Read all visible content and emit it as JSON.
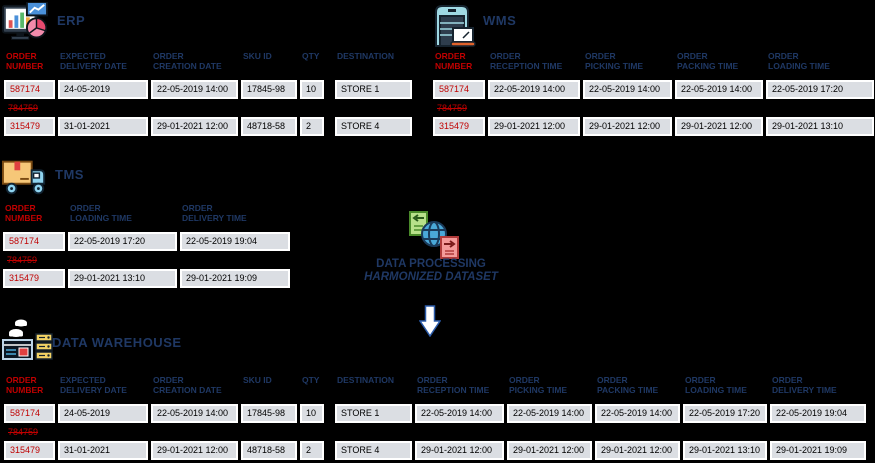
{
  "colors": {
    "background": "#000000",
    "header_blue": "#1F3864",
    "order_red": "#C00000",
    "cell_bg": "#DBDEE3",
    "cell_border": "#FFFFFF"
  },
  "sections": {
    "erp": {
      "label": "ERP",
      "icon": "erp-monitor-charts-icon"
    },
    "wms": {
      "label": "WMS",
      "icon": "warehouse-laptop-icon"
    },
    "tms": {
      "label": "TMS",
      "icon": "delivery-truck-icon"
    },
    "processing": {
      "title": "DATA PROCESSING",
      "subtitle": "HARMONIZED DATASET",
      "icon": "data-exchange-globe-icon",
      "arrow_icon": "down-arrow-icon"
    },
    "data_warehouse": {
      "label": "DATA WAREHOUSE",
      "icon": "cloud-servers-icon"
    }
  },
  "tables": {
    "erp": {
      "headers": [
        "ORDER\nNUMBER",
        "EXPECTED\nDELIVERY DATE",
        "ORDER\nCREATION DATE",
        "SKU ID",
        "QTY",
        "DESTINATION"
      ],
      "rows": [
        {
          "deleted": false,
          "cells": [
            "587174",
            "24-05-2019",
            "22-05-2019 14:00",
            "17845-98",
            "10",
            "STORE 1"
          ]
        },
        {
          "deleted": true,
          "cells": [
            "784759"
          ]
        },
        {
          "deleted": false,
          "cells": [
            "315479",
            "31-01-2021",
            "29-01-2021 12:00",
            "48718-58",
            "2",
            "STORE 4"
          ]
        }
      ]
    },
    "wms": {
      "headers": [
        "ORDER\nNUMBER",
        "ORDER\nRECEPTION TIME",
        "ORDER\nPICKING TIME",
        "ORDER\nPACKING TIME",
        "ORDER\nLOADING TIME"
      ],
      "rows": [
        {
          "deleted": false,
          "cells": [
            "587174",
            "22-05-2019 14:00",
            "22-05-2019 14:00",
            "22-05-2019 14:00",
            "22-05-2019 17:20"
          ]
        },
        {
          "deleted": true,
          "cells": [
            "784759"
          ]
        },
        {
          "deleted": false,
          "cells": [
            "315479",
            "29-01-2021 12:00",
            "29-01-2021 12:00",
            "29-01-2021 12:00",
            "29-01-2021 13:10"
          ]
        }
      ]
    },
    "tms": {
      "headers": [
        "ORDER\nNUMBER",
        "ORDER\nLOADING TIME",
        "ORDER\nDELIVERY TIME"
      ],
      "rows": [
        {
          "deleted": false,
          "cells": [
            "587174",
            "22-05-2019 17:20",
            "22-05-2019 19:04"
          ]
        },
        {
          "deleted": true,
          "cells": [
            "784759"
          ]
        },
        {
          "deleted": false,
          "cells": [
            "315479",
            "29-01-2021 13:10",
            "29-01-2021 19:09"
          ]
        }
      ]
    },
    "data_warehouse": {
      "headers": [
        "ORDER\nNUMBER",
        "EXPECTED\nDELIVERY DATE",
        "ORDER\nCREATION DATE",
        "SKU ID",
        "QTY",
        "DESTINATION",
        "ORDER\nRECEPTION TIME",
        "ORDER\nPICKING TIME",
        "ORDER\nPACKING TIME",
        "ORDER\nLOADING TIME",
        "ORDER\nDELIVERY TIME"
      ],
      "rows": [
        {
          "deleted": false,
          "cells": [
            "587174",
            "24-05-2019",
            "22-05-2019 14:00",
            "17845-98",
            "10",
            "STORE 1",
            "22-05-2019 14:00",
            "22-05-2019 14:00",
            "22-05-2019 14:00",
            "22-05-2019 17:20",
            "22-05-2019 19:04"
          ]
        },
        {
          "deleted": true,
          "cells": [
            "784759"
          ]
        },
        {
          "deleted": false,
          "cells": [
            "315479",
            "31-01-2021",
            "29-01-2021 12:00",
            "48718-58",
            "2",
            "STORE 4",
            "29-01-2021 12:00",
            "29-01-2021 12:00",
            "29-01-2021 12:00",
            "29-01-2021 13:10",
            "29-01-2021 19:09"
          ]
        }
      ]
    }
  }
}
